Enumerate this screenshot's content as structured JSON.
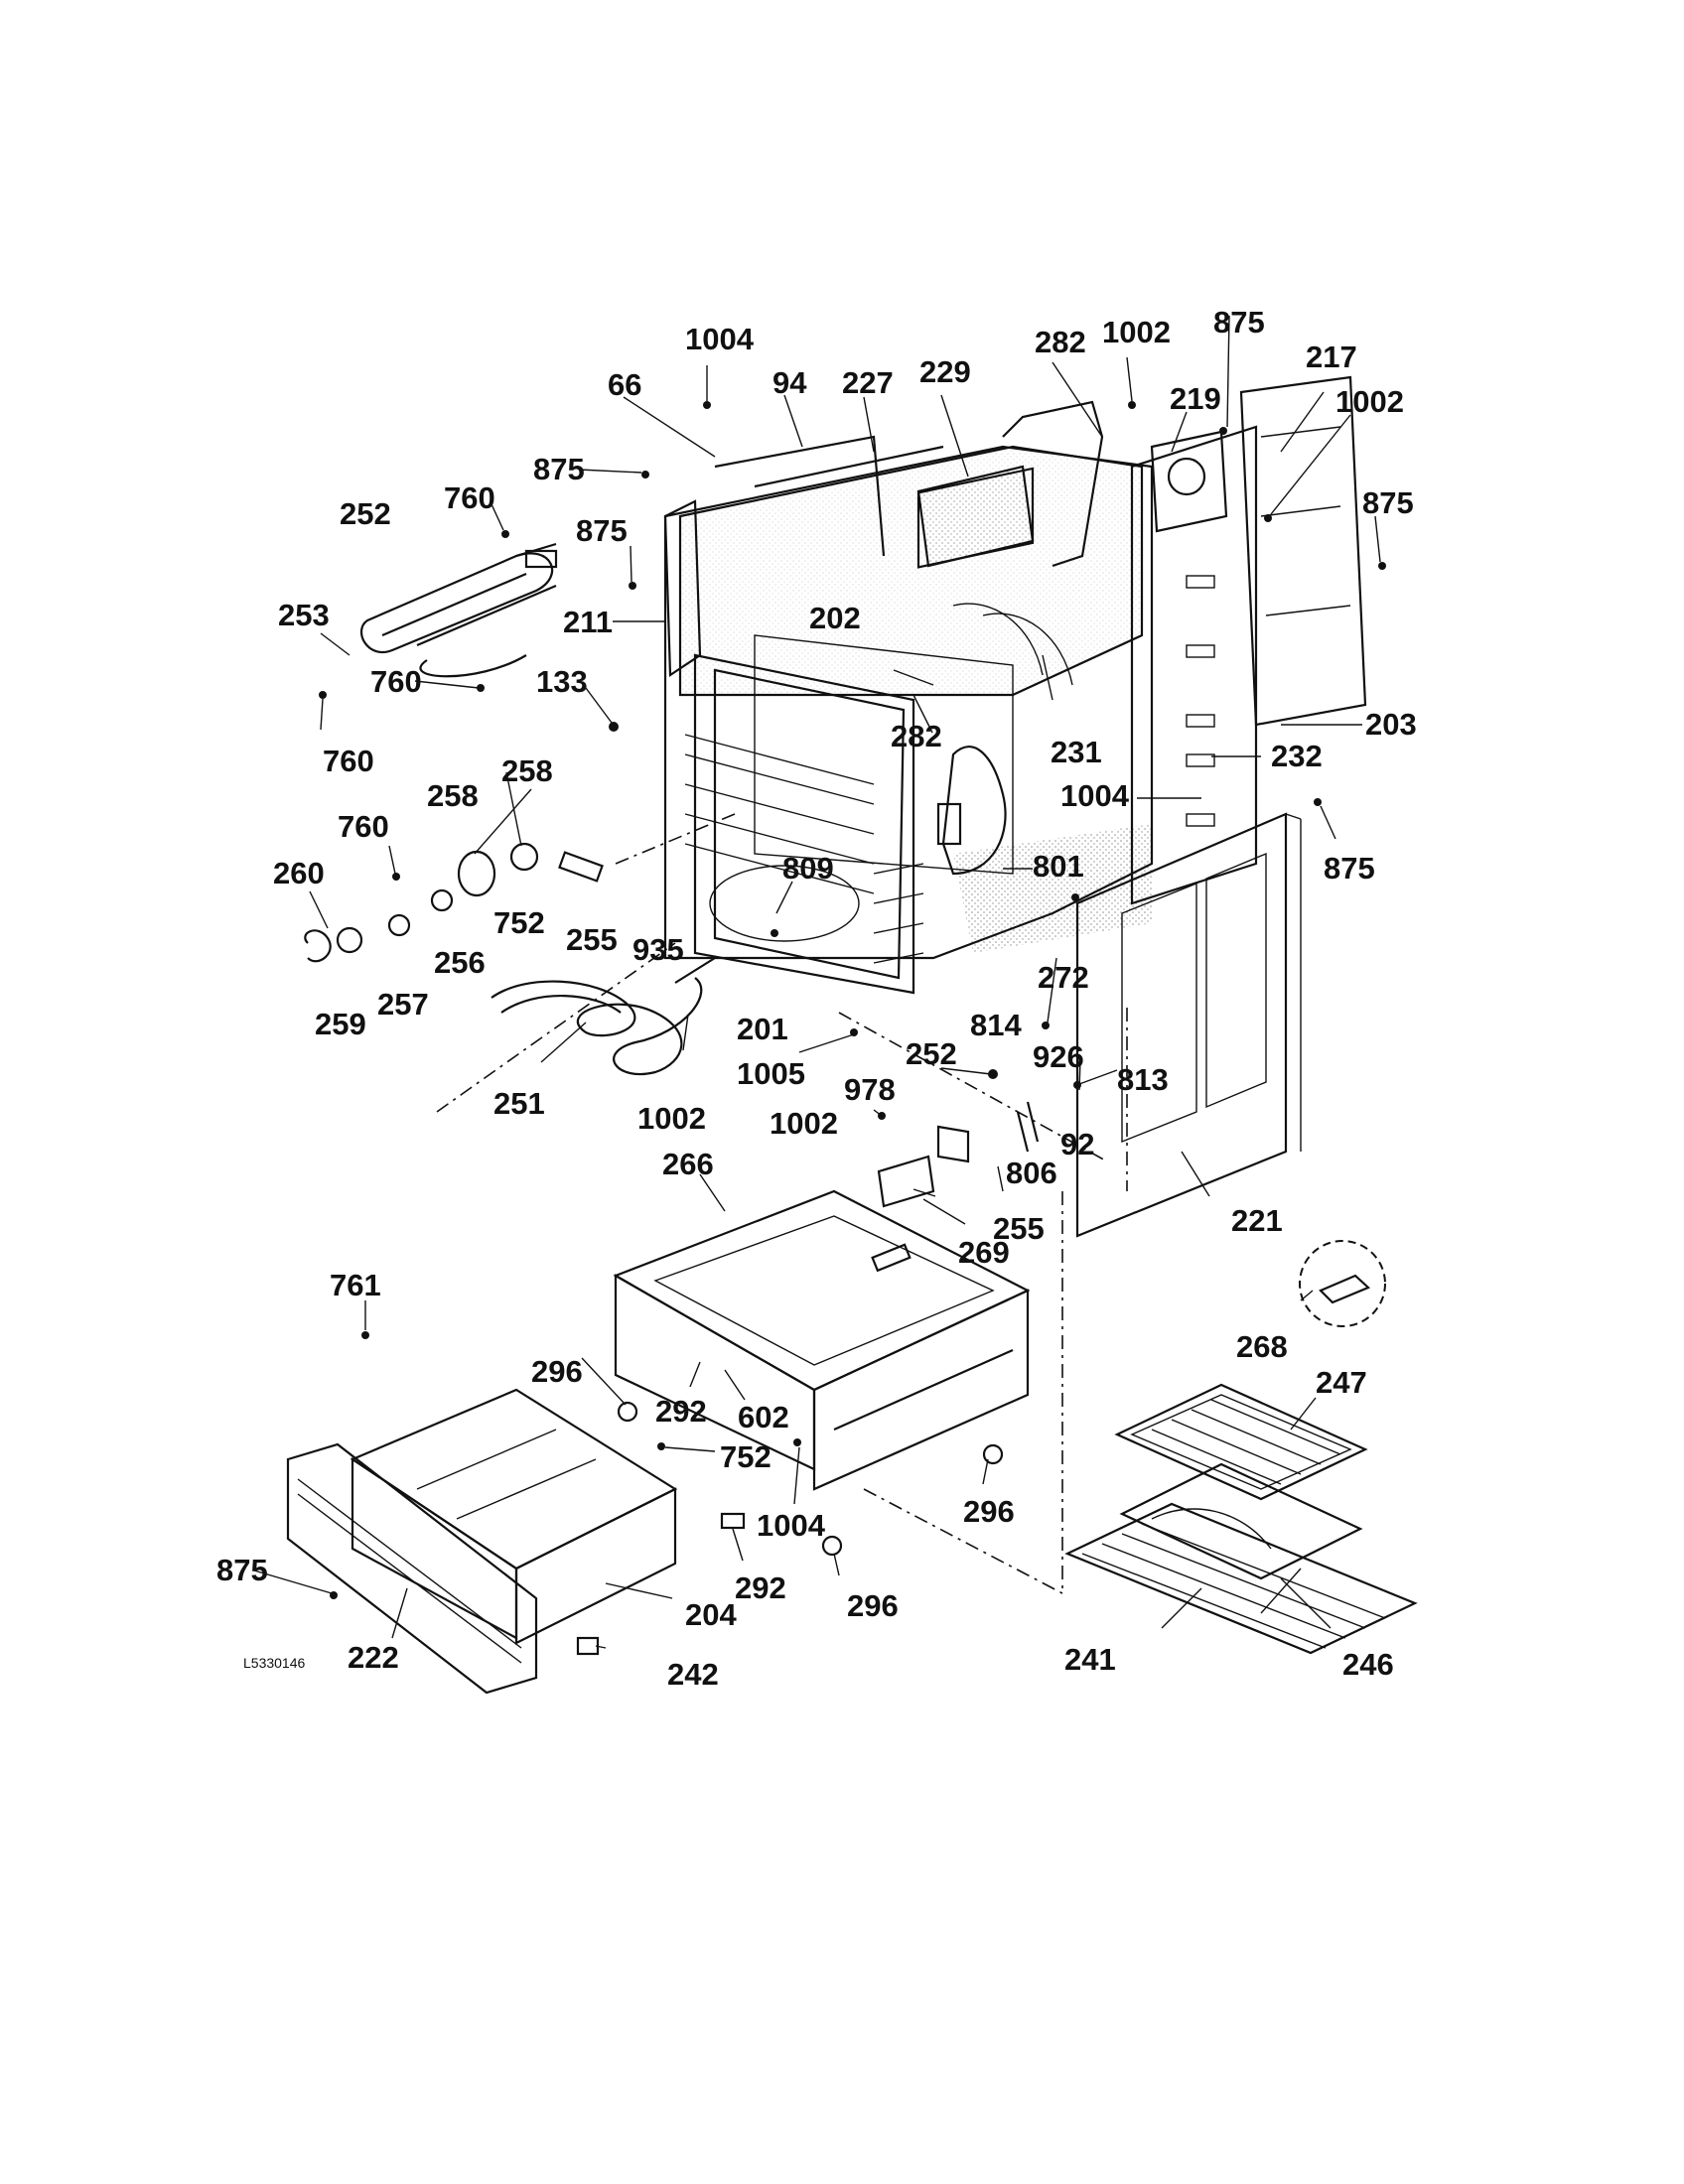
{
  "diagram": {
    "drawing_code": "L5330146",
    "labels": {
      "l_1004_top": "1004",
      "l_66": "66",
      "l_94": "94",
      "l_227": "227",
      "l_229": "229",
      "l_282_top": "282",
      "l_1002_top": "1002",
      "l_875_top": "875",
      "l_219": "219",
      "l_217": "217",
      "l_1002_right": "1002",
      "l_875_right": "875",
      "l_875_left": "875",
      "l_760_a": "760",
      "l_252_a": "252",
      "l_875_mid": "875",
      "l_211": "211",
      "l_253": "253",
      "l_760_b": "760",
      "l_133": "133",
      "l_202": "202",
      "l_760_c": "760",
      "l_282_mid": "282",
      "l_231": "231",
      "l_203": "203",
      "l_232": "232",
      "l_1004_mid": "1004",
      "l_258_a": "258",
      "l_258_b": "258",
      "l_760_d": "760",
      "l_875_side": "875",
      "l_260": "260",
      "l_809": "809",
      "l_801": "801",
      "l_752_a": "752",
      "l_255_a": "255",
      "l_935": "935",
      "l_256": "256",
      "l_259": "259",
      "l_257": "257",
      "l_272": "272",
      "l_201": "201",
      "l_252_b": "252",
      "l_814": "814",
      "l_926": "926",
      "l_251": "251",
      "l_1005": "1005",
      "l_978": "978",
      "l_813": "813",
      "l_1002_low": "1002",
      "l_1002_mid": "1002",
      "l_92": "92",
      "l_806": "806",
      "l_266": "266",
      "l_255_b": "255",
      "l_221": "221",
      "l_269": "269",
      "l_761": "761",
      "l_268": "268",
      "l_296_a": "296",
      "l_247": "247",
      "l_292_a": "292",
      "l_602": "602",
      "l_752_b": "752",
      "l_1004_low": "1004",
      "l_296_b": "296",
      "l_875_low": "875",
      "l_292_b": "292",
      "l_296_c": "296",
      "l_204": "204",
      "l_241": "241",
      "l_246": "246",
      "l_222": "222",
      "l_242": "242"
    }
  }
}
